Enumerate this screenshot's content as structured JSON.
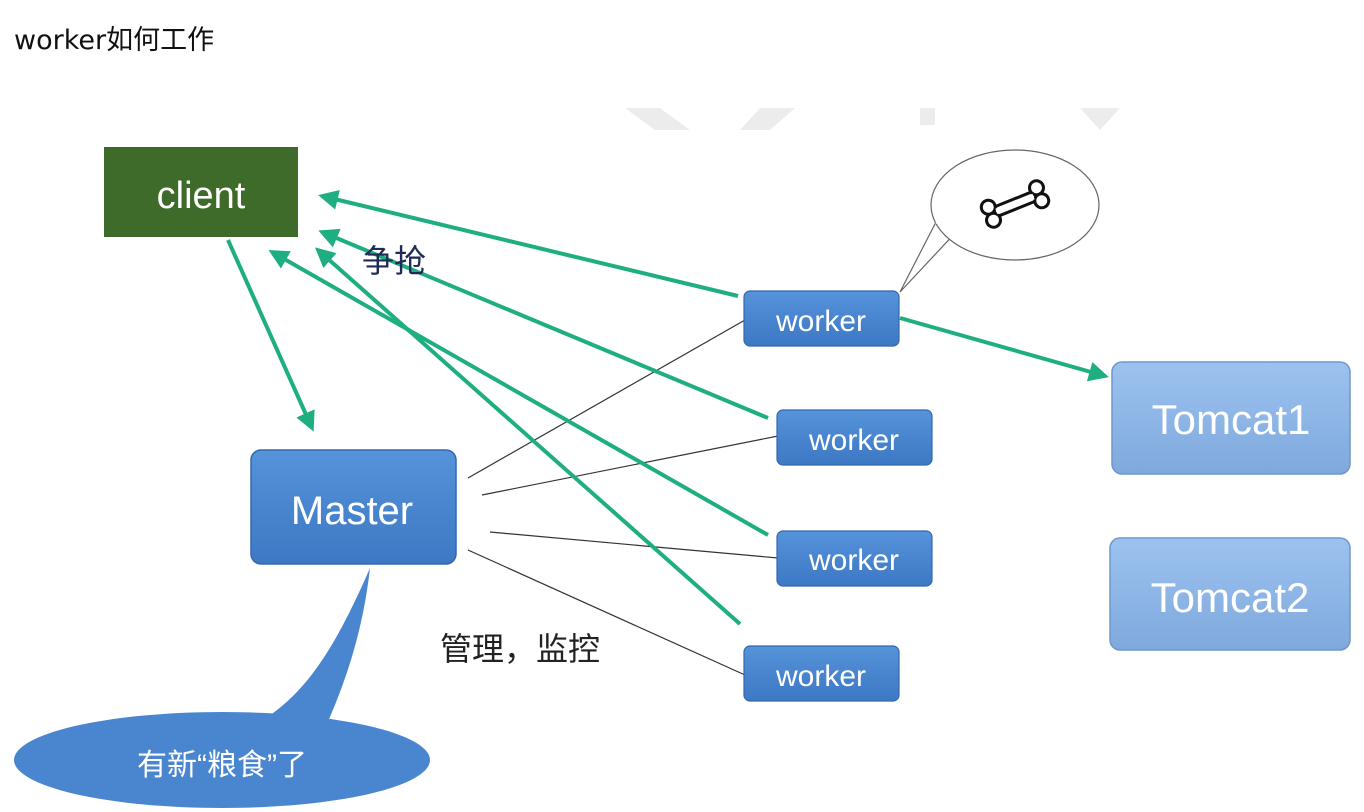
{
  "page": {
    "title": "worker如何工作"
  },
  "diagram": {
    "client": "client",
    "master": "Master",
    "workers": [
      "worker",
      "worker",
      "worker",
      "worker"
    ],
    "tomcats": [
      "Tomcat1",
      "Tomcat2"
    ],
    "labels": {
      "compete": "争抢",
      "manage": "管理，监控",
      "new_food": "有新“粮食”了"
    },
    "colors": {
      "client_fill": "#3f6b2a",
      "node_fill": "#4a86cf",
      "tomcat_fill": "#8fb7e8",
      "arrow": "#1fae82",
      "line": "#333333"
    }
  }
}
